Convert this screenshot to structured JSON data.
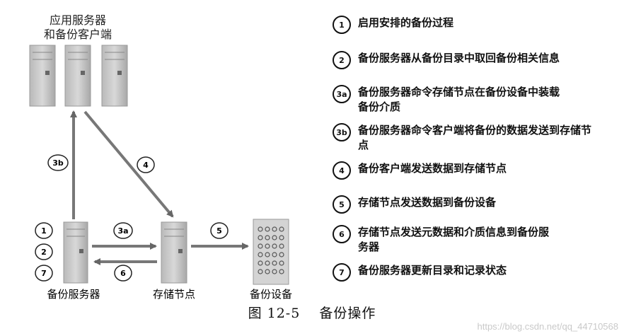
{
  "diagram": {
    "top_label_line1": "应用服务器",
    "top_label_line2": "和备份客户端",
    "bottom_labels": {
      "backup_server": "备份服务器",
      "storage_node": "存储节点",
      "backup_device": "备份设备"
    },
    "arrow_badges": {
      "a3b": "3b",
      "a4": "4",
      "a3a": "3a",
      "a5": "5",
      "a6": "6"
    },
    "server_badges": [
      "1",
      "2",
      "7"
    ]
  },
  "legend": [
    {
      "id": "1",
      "text": "启用安排的备份过程"
    },
    {
      "id": "2",
      "text": "备份服务器从备份目录中取回备份相关信息"
    },
    {
      "id": "3a",
      "text": "备份服务器命令存储节点在备份设备中装载备份介质"
    },
    {
      "id": "3b",
      "text": "备份服务器命令客户端将备份的数据发送到存储节点"
    },
    {
      "id": "4",
      "text": "备份客户端发送数据到存储节点"
    },
    {
      "id": "5",
      "text": "存储节点发送数据到备份设备"
    },
    {
      "id": "6",
      "text": "存储节点发送元数据和介质信息到备份服务器"
    },
    {
      "id": "7",
      "text": "备份服务器更新目录和记录状态"
    }
  ],
  "caption": {
    "figure": "图 12-5",
    "title": "备份操作"
  },
  "watermark": "https://blog.csdn.net/qq_44710568",
  "colors": {
    "server_fill": "#c8c8c8",
    "arrow": "#777777",
    "ink": "#111111"
  }
}
